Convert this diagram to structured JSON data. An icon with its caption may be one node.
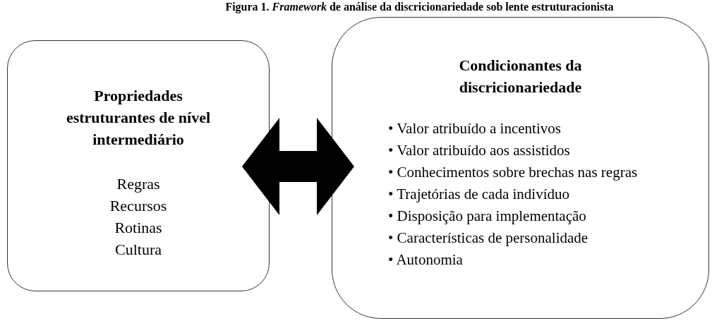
{
  "diagram": {
    "title": "Figura 1. *Framework* de análise da discricionariedade sob lente estruturacionista",
    "nodes": [
      {
        "text": [
          "Propriedades estruturantes de nível intermediário",
          "Regras",
          "Recursos",
          "Rotinas",
          "Cultura"
        ]
      },
      {
        "text": [
          "Condicionantes da discricionariedade",
          "• Valor atribuído a incentivos",
          "• Valor atribuído aos assistidos",
          "• Conhecimentos sobre brechas nas regras",
          "• Trajetórias de cada indivíduo",
          "• Disposição para implementação",
          "• Características de personalidade",
          "• Autonomia"
        ]
      }
    ],
    "edges": [
      {
        "from": 0,
        "to": 1,
        "arrow": "both"
      }
    ]
  }
}
